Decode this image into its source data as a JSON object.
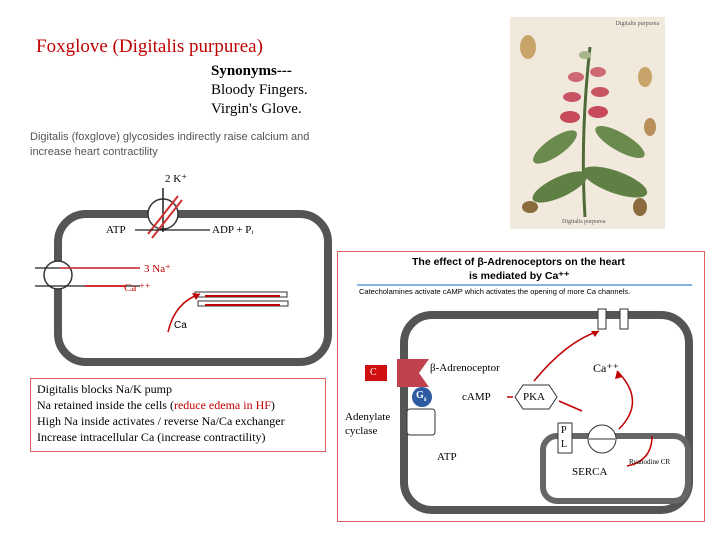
{
  "title": "Foxglove (Digitalis purpurea)",
  "synonyms": {
    "heading": "Synonyms---",
    "line1": "Bloody Fingers.",
    "line2": "Virgin's Glove."
  },
  "caption": {
    "line1": "Digitalis (foxglove) glycosides indirectly raise calcium and",
    "line2": "increase heart contractility"
  },
  "left_diagram": {
    "k_label": "2 K⁺",
    "atp_label": "ATP",
    "adp_label": "ADP + Pᵢ",
    "na_label": "3 Na⁺",
    "ca_in_label": "Ca ⁺⁺",
    "ca_sr_label": "Ca"
  },
  "textbox": {
    "line1": "Digitalis blocks Na/K pump",
    "line2_a": "Na retained inside the cells (",
    "line2_red": "reduce edema in HF",
    "line2_b": ")",
    "line3": "High Na inside activates / reverse Na/Ca exchanger",
    "line4": "Increase intracellular Ca (increase contractility)"
  },
  "plant_image": {
    "top_label": "Digitalis purpurea",
    "bottom_label": "Digitalis purpurea"
  },
  "right_diagram": {
    "title_line1": "The effect of β-Adrenoceptors on the heart",
    "title_line2": "is mediated by Ca⁺⁺",
    "subtitle": "Catecholamines activate cAMP which activates the opening of more Ca channels.",
    "receptor": "β-Adrenoceptor",
    "gs": "G",
    "gs_sub": "s",
    "adenylate": "Adenylate",
    "cyclase": "cyclase",
    "camp": "cAMP",
    "pka": "PKA",
    "atp": "ATP",
    "ca": "Ca⁺⁺",
    "p_label": "P",
    "l_label": "L",
    "serca": "SERCA",
    "ryanodine": "Ryanodine CR",
    "ligand": "C"
  }
}
